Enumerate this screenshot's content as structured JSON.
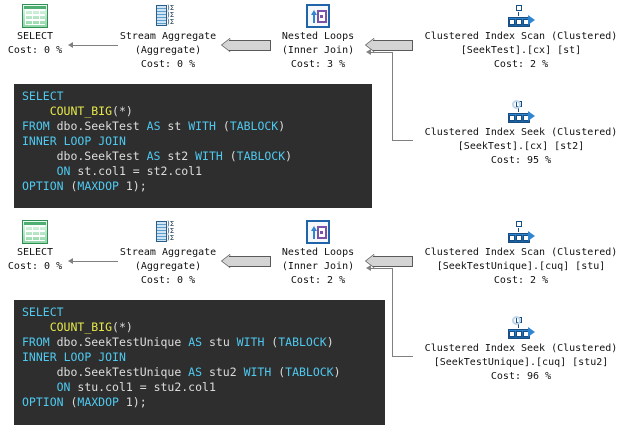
{
  "plans": [
    {
      "id": "plan-1",
      "nodes": [
        {
          "name": "select",
          "icon": "select-icon",
          "lines": [
            "SELECT",
            "Cost: 0 %"
          ]
        },
        {
          "name": "stream-aggregate",
          "icon": "stream-aggregate-icon",
          "lines": [
            "Stream Aggregate",
            "(Aggregate)",
            "Cost: 0 %"
          ]
        },
        {
          "name": "nested-loops",
          "icon": "nested-loops-icon",
          "lines": [
            "Nested Loops",
            "(Inner Join)",
            "Cost: 3 %"
          ]
        },
        {
          "name": "clustered-index-scan",
          "icon": "clustered-index-scan-icon",
          "lines": [
            "Clustered Index Scan (Clustered)",
            "[SeekTest].[cx] [st]",
            "Cost: 2 %"
          ]
        },
        {
          "name": "clustered-index-seek",
          "icon": "clustered-index-seek-icon",
          "lines": [
            "Clustered Index Seek (Clustered)",
            "[SeekTest].[cx] [st2]",
            "Cost: 95 %"
          ]
        }
      ],
      "sql": {
        "lines": [
          [
            {
              "t": "SELECT",
              "c": "k"
            }
          ],
          [
            {
              "t": "    ",
              "c": "p"
            },
            {
              "t": "COUNT_BIG",
              "c": "f"
            },
            {
              "t": "(*)",
              "c": "p"
            }
          ],
          [
            {
              "t": "FROM",
              "c": "k"
            },
            {
              "t": " dbo.SeekTest ",
              "c": "p"
            },
            {
              "t": "AS",
              "c": "k"
            },
            {
              "t": " st ",
              "c": "p"
            },
            {
              "t": "WITH",
              "c": "k"
            },
            {
              "t": " (",
              "c": "p"
            },
            {
              "t": "TABLOCK",
              "c": "k"
            },
            {
              "t": ")",
              "c": "p"
            }
          ],
          [
            {
              "t": "INNER",
              "c": "k"
            },
            {
              "t": " ",
              "c": "p"
            },
            {
              "t": "LOOP",
              "c": "k"
            },
            {
              "t": " ",
              "c": "p"
            },
            {
              "t": "JOIN",
              "c": "k"
            }
          ],
          [
            {
              "t": "     dbo.SeekTest ",
              "c": "p"
            },
            {
              "t": "AS",
              "c": "k"
            },
            {
              "t": " st2 ",
              "c": "p"
            },
            {
              "t": "WITH",
              "c": "k"
            },
            {
              "t": " (",
              "c": "p"
            },
            {
              "t": "TABLOCK",
              "c": "k"
            },
            {
              "t": ")",
              "c": "p"
            }
          ],
          [
            {
              "t": "     ",
              "c": "p"
            },
            {
              "t": "ON",
              "c": "k"
            },
            {
              "t": " st.col1 = st2.col1",
              "c": "p"
            }
          ],
          [
            {
              "t": "OPTION",
              "c": "k"
            },
            {
              "t": " (",
              "c": "p"
            },
            {
              "t": "MAXDOP",
              "c": "k"
            },
            {
              "t": " 1);",
              "c": "p"
            }
          ]
        ]
      }
    },
    {
      "id": "plan-2",
      "nodes": [
        {
          "name": "select",
          "icon": "select-icon",
          "lines": [
            "SELECT",
            "Cost: 0 %"
          ]
        },
        {
          "name": "stream-aggregate",
          "icon": "stream-aggregate-icon",
          "lines": [
            "Stream Aggregate",
            "(Aggregate)",
            "Cost: 0 %"
          ]
        },
        {
          "name": "nested-loops",
          "icon": "nested-loops-icon",
          "lines": [
            "Nested Loops",
            "(Inner Join)",
            "Cost: 2 %"
          ]
        },
        {
          "name": "clustered-index-scan",
          "icon": "clustered-index-scan-icon",
          "lines": [
            "Clustered Index Scan (Clustered)",
            "[SeekTestUnique].[cuq] [stu]",
            "Cost: 2 %"
          ]
        },
        {
          "name": "clustered-index-seek",
          "icon": "clustered-index-seek-icon",
          "lines": [
            "Clustered Index Seek (Clustered)",
            "[SeekTestUnique].[cuq] [stu2]",
            "Cost: 96 %"
          ]
        }
      ],
      "sql": {
        "lines": [
          [
            {
              "t": "SELECT",
              "c": "k"
            }
          ],
          [
            {
              "t": "    ",
              "c": "p"
            },
            {
              "t": "COUNT_BIG",
              "c": "f"
            },
            {
              "t": "(*)",
              "c": "p"
            }
          ],
          [
            {
              "t": "FROM",
              "c": "k"
            },
            {
              "t": " dbo.SeekTestUnique ",
              "c": "p"
            },
            {
              "t": "AS",
              "c": "k"
            },
            {
              "t": " stu ",
              "c": "p"
            },
            {
              "t": "WITH",
              "c": "k"
            },
            {
              "t": " (",
              "c": "p"
            },
            {
              "t": "TABLOCK",
              "c": "k"
            },
            {
              "t": ")",
              "c": "p"
            }
          ],
          [
            {
              "t": "INNER",
              "c": "k"
            },
            {
              "t": " ",
              "c": "p"
            },
            {
              "t": "LOOP",
              "c": "k"
            },
            {
              "t": " ",
              "c": "p"
            },
            {
              "t": "JOIN",
              "c": "k"
            }
          ],
          [
            {
              "t": "     dbo.SeekTestUnique ",
              "c": "p"
            },
            {
              "t": "AS",
              "c": "k"
            },
            {
              "t": " stu2 ",
              "c": "p"
            },
            {
              "t": "WITH",
              "c": "k"
            },
            {
              "t": " (",
              "c": "p"
            },
            {
              "t": "TABLOCK",
              "c": "k"
            },
            {
              "t": ")",
              "c": "p"
            }
          ],
          [
            {
              "t": "     ",
              "c": "p"
            },
            {
              "t": "ON",
              "c": "k"
            },
            {
              "t": " stu.col1 = stu2.col1",
              "c": "p"
            }
          ],
          [
            {
              "t": "OPTION",
              "c": "k"
            },
            {
              "t": " (",
              "c": "p"
            },
            {
              "t": "MAXDOP",
              "c": "k"
            },
            {
              "t": " 1);",
              "c": "p"
            }
          ]
        ]
      }
    }
  ],
  "colors": {
    "code_background": "#2e2e2e",
    "keyword": "#4ec9f0",
    "function": "#e8e84a",
    "plain_text": "#dcdcdc",
    "arrow_fill": "#d4d4d4",
    "arrow_stroke": "#5a5a5a",
    "page_background": "#ffffff"
  }
}
